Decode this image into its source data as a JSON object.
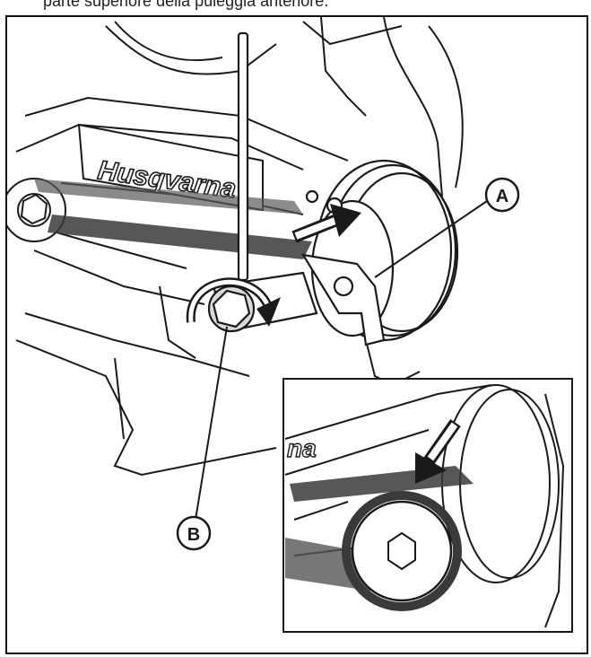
{
  "caption_fragment": "parte superiore della puleggia anteriore.",
  "brand_logo_text": "Husqvarna",
  "inset_brand_fragment": "na",
  "callouts": {
    "a": "A",
    "b": "B"
  },
  "colors": {
    "line": "#1a1a1a",
    "fill": "#ffffff",
    "shade": "#bdbdbd",
    "belt": "#3a3a3a"
  },
  "icons": {
    "rotate_arrow": "curved-arrow-icon",
    "push_arrow": "straight-arrow-icon",
    "inset_arrow": "down-arrow-icon"
  }
}
